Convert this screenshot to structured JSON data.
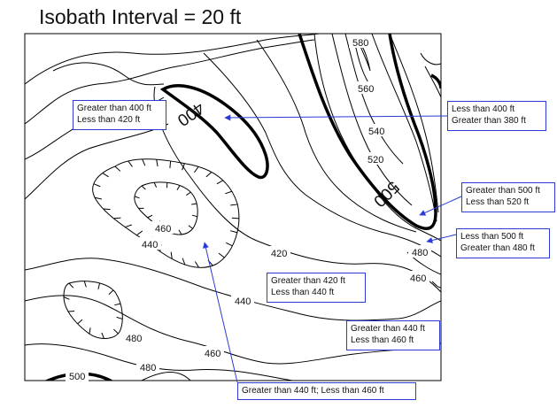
{
  "title": "Isobath Interval = 20 ft",
  "contour_labels": {
    "c580": "580",
    "c560": "560",
    "c540": "540",
    "c520": "520",
    "c500_bold": "500",
    "c400_bold": "400",
    "c460_inner": "460",
    "c440_ring": "440",
    "c420": "420",
    "c480_right": "480",
    "c460_right": "460",
    "c440": "440",
    "c480_small": "480",
    "c460_bottom": "460",
    "c480_bottom": "480",
    "c500_bottom": "500"
  },
  "callouts": {
    "a": {
      "line1": "Greater than 400 ft",
      "line2": "Less than 420 ft"
    },
    "b": {
      "line1": "Less than 400 ft",
      "line2": "Greater than 380 ft"
    },
    "c": {
      "line1": "Greater than 500 ft",
      "line2": "Less than 520 ft"
    },
    "d": {
      "line1": "Less than 500 ft",
      "line2": "Greater than 480 ft"
    },
    "e": {
      "line1": "Greater than 420 ft",
      "line2": "Less than 440 ft"
    },
    "f": {
      "line1": "Greater than 440 ft",
      "line2": "Less than 460 ft"
    },
    "g": {
      "line1": "Greater than 440 ft; Less than 460  ft"
    }
  },
  "colors": {
    "arrow": "#2a3bd6",
    "contour": "#000000"
  }
}
